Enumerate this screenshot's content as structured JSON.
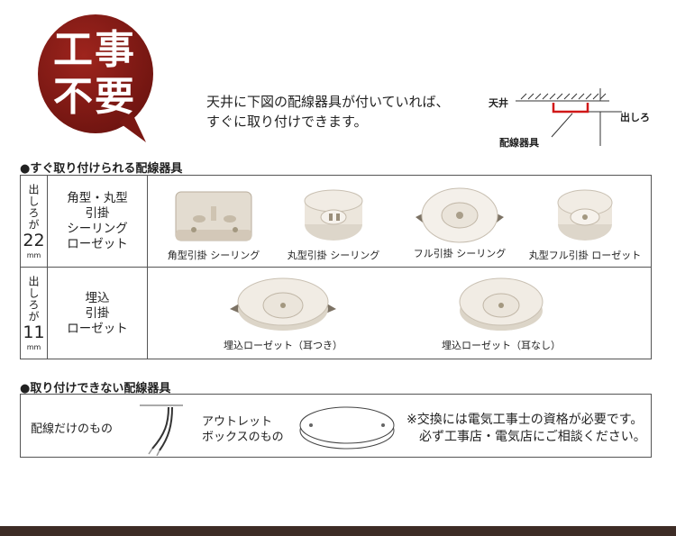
{
  "badge": {
    "line1": "工事",
    "line2": "不要",
    "color": "#8b1c17"
  },
  "intro": {
    "line1": "天井に下図の配線器具が付いていれば、",
    "line2": "すぐに取り付けできます。"
  },
  "diagram": {
    "ceiling": "天井",
    "offset": "出しろ",
    "fixture": "配線器具"
  },
  "section1": {
    "title": "●すぐ取り付けられる配線器具",
    "row1": {
      "offset_label": "出しろが",
      "offset_value": "22",
      "unit": "mm",
      "type_lines": [
        "角型・丸型",
        "引掛",
        "シーリング",
        "ローゼット"
      ],
      "items": [
        {
          "icon": "square-ceiling-fixture-icon",
          "caption": "角型引掛 シーリング"
        },
        {
          "icon": "round-ceiling-fixture-icon",
          "caption": "丸型引掛 シーリング"
        },
        {
          "icon": "full-ceiling-fixture-icon",
          "caption": "フル引掛 シーリング"
        },
        {
          "icon": "round-full-rosette-icon",
          "caption": "丸型フル引掛 ローゼット"
        }
      ]
    },
    "row2": {
      "offset_label": "出しろが",
      "offset_value": "11",
      "unit": "mm",
      "type_lines": [
        "埋込",
        "引掛",
        "ローゼット"
      ],
      "items": [
        {
          "icon": "embedded-rosette-with-ears-icon",
          "caption": "埋込ローゼット（耳つき）"
        },
        {
          "icon": "embedded-rosette-no-ears-icon",
          "caption": "埋込ローゼット（耳なし）"
        }
      ]
    }
  },
  "section2": {
    "title": "●取り付けできない配線器具",
    "wire_only": "配線だけのもの",
    "outlet_line1": "アウトレット",
    "outlet_line2": "ボックスのもの",
    "note_line1": "※交換には電気工事士の資格が必要です。",
    "note_line2": "必ず工事店・電気店にご相談ください。"
  }
}
